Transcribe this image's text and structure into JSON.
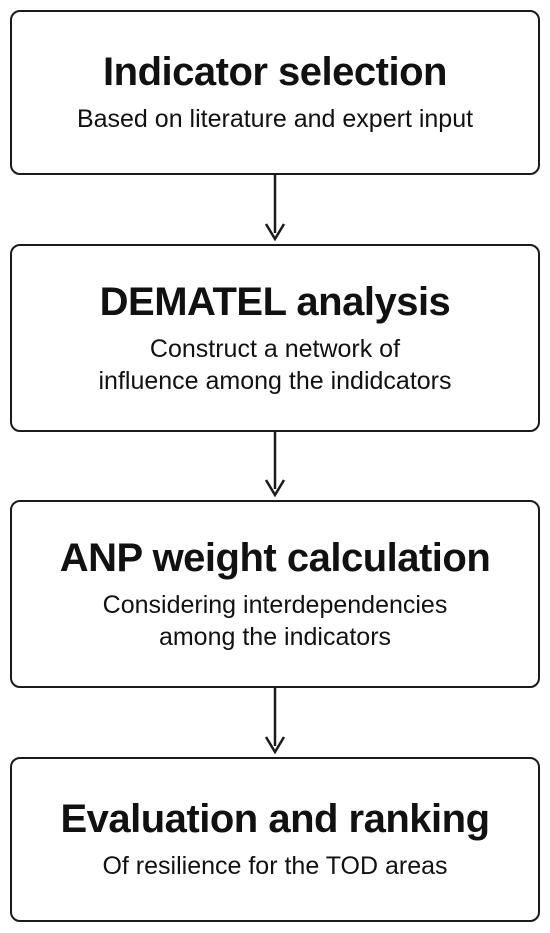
{
  "steps": [
    {
      "title": "Indicator selection",
      "description": "Based on literature and expert input"
    },
    {
      "title": "DEMATEL analysis",
      "description": "Construct a network of\ninfluence among the indidcators"
    },
    {
      "title": "ANP weight calculation",
      "description": "Considering interdependencies\namong the indicators"
    },
    {
      "title": "Evaluation and ranking",
      "description": "Of resilience for the TOD areas"
    }
  ],
  "colors": {
    "stroke": "#1a1a1a",
    "text": "#111111",
    "background": "#ffffff"
  }
}
